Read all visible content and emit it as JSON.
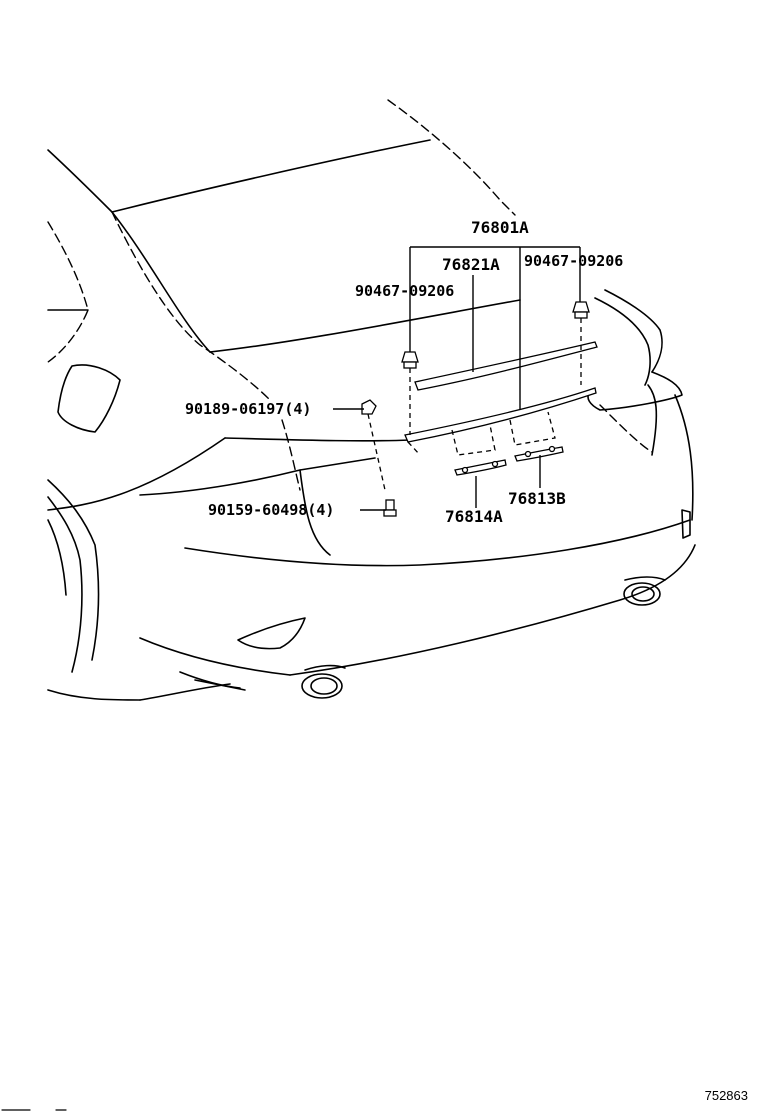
{
  "diagram": {
    "callouts": {
      "p76801A": "76801A",
      "p76821A": "76821A",
      "p90467_right": "90467-09206",
      "p90467_left": "90467-09206",
      "p90189": "90189-06197(4)",
      "p90159": "90159-60498(4)",
      "p76813B": "76813B",
      "p76814A": "76814A"
    },
    "illustration_ref": "752863"
  }
}
